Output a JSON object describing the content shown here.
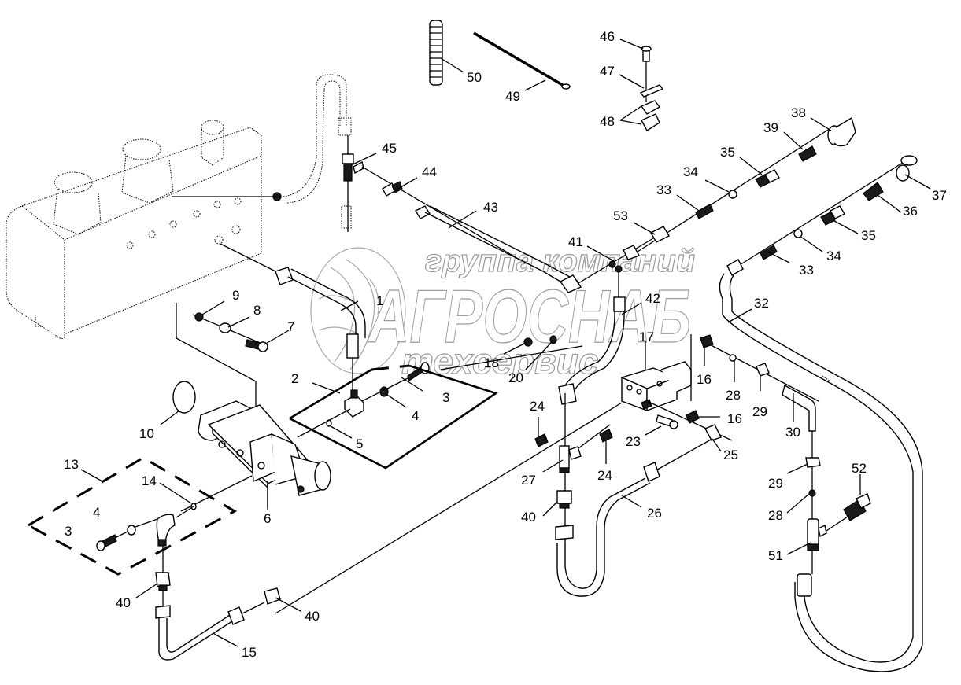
{
  "diagram": {
    "type": "exploded parts diagram",
    "subject": "Hydraulic pump, valve block and pipe/hose assembly",
    "line_color": "#000000",
    "background_color": "#ffffff"
  },
  "watermark": {
    "line1": "группа компаний",
    "line2": "АГРОСНАБ",
    "line3": "техсервис",
    "color": "#9a9a9a"
  },
  "callouts": [
    {
      "id": "c1",
      "label": "1"
    },
    {
      "id": "c2",
      "label": "2"
    },
    {
      "id": "c3a",
      "label": "3"
    },
    {
      "id": "c3b",
      "label": "3"
    },
    {
      "id": "c4a",
      "label": "4"
    },
    {
      "id": "c4b",
      "label": "4"
    },
    {
      "id": "c5",
      "label": "5"
    },
    {
      "id": "c6",
      "label": "6"
    },
    {
      "id": "c7",
      "label": "7"
    },
    {
      "id": "c8",
      "label": "8"
    },
    {
      "id": "c9",
      "label": "9"
    },
    {
      "id": "c10",
      "label": "10"
    },
    {
      "id": "c13",
      "label": "13"
    },
    {
      "id": "c14",
      "label": "14"
    },
    {
      "id": "c15",
      "label": "15"
    },
    {
      "id": "c16a",
      "label": "16"
    },
    {
      "id": "c16b",
      "label": "16"
    },
    {
      "id": "c17",
      "label": "17"
    },
    {
      "id": "c18",
      "label": "18"
    },
    {
      "id": "c20",
      "label": "20"
    },
    {
      "id": "c23",
      "label": "23"
    },
    {
      "id": "c24a",
      "label": "24"
    },
    {
      "id": "c24b",
      "label": "24"
    },
    {
      "id": "c25",
      "label": "25"
    },
    {
      "id": "c26",
      "label": "26"
    },
    {
      "id": "c27",
      "label": "27"
    },
    {
      "id": "c28a",
      "label": "28"
    },
    {
      "id": "c28b",
      "label": "28"
    },
    {
      "id": "c29a",
      "label": "29"
    },
    {
      "id": "c29b",
      "label": "29"
    },
    {
      "id": "c30",
      "label": "30"
    },
    {
      "id": "c32",
      "label": "32"
    },
    {
      "id": "c33a",
      "label": "33"
    },
    {
      "id": "c33b",
      "label": "33"
    },
    {
      "id": "c34a",
      "label": "34"
    },
    {
      "id": "c34b",
      "label": "34"
    },
    {
      "id": "c35a",
      "label": "35"
    },
    {
      "id": "c35b",
      "label": "35"
    },
    {
      "id": "c36",
      "label": "36"
    },
    {
      "id": "c37",
      "label": "37"
    },
    {
      "id": "c38",
      "label": "38"
    },
    {
      "id": "c39",
      "label": "39"
    },
    {
      "id": "c40a",
      "label": "40"
    },
    {
      "id": "c40b",
      "label": "40"
    },
    {
      "id": "c40c",
      "label": "40"
    },
    {
      "id": "c41",
      "label": "41"
    },
    {
      "id": "c42",
      "label": "42"
    },
    {
      "id": "c43",
      "label": "43"
    },
    {
      "id": "c44",
      "label": "44"
    },
    {
      "id": "c45",
      "label": "45"
    },
    {
      "id": "c46",
      "label": "46"
    },
    {
      "id": "c47",
      "label": "47"
    },
    {
      "id": "c48",
      "label": "48"
    },
    {
      "id": "c49",
      "label": "49"
    },
    {
      "id": "c50",
      "label": "50"
    },
    {
      "id": "c51",
      "label": "51"
    },
    {
      "id": "c52",
      "label": "52"
    },
    {
      "id": "c53",
      "label": "53"
    }
  ]
}
